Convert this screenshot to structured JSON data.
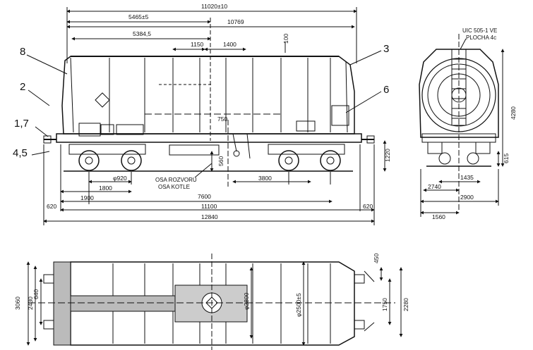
{
  "side_view": {
    "dims": {
      "d11020": "11020±10",
      "d5465": "5465±5",
      "d10769": "10769",
      "d5384": "5384,5",
      "d1150": "1150",
      "d1400": "1400",
      "d100": "100",
      "d750": "750",
      "d1220": "1220",
      "d920": "φ920",
      "d560": "560",
      "d1800": "1800",
      "d3800": "3800",
      "d1900": "1900",
      "d7600": "7600",
      "d620l": "620",
      "d11100": "11100",
      "d620r": "620",
      "d12840": "12840"
    },
    "labels": {
      "l8": "8",
      "l2": "2",
      "l17": "1,7",
      "l45": "4,5",
      "l3": "3",
      "l6": "6"
    },
    "notes": {
      "osa_rozvoru": "OSA ROZVORU",
      "osa_kotle": "OSA KOTLE"
    }
  },
  "end_view": {
    "uic": "UIC 505-1 VE",
    "plocha": "PLOCHA 4c",
    "dims": {
      "d4280": "4280",
      "d615": "615",
      "d1435": "1435",
      "d2740": "2740",
      "d2900": "2900",
      "d1560": "1560"
    }
  },
  "top_view": {
    "dims": {
      "d3060": "3060",
      "d2430": "2430",
      "d640": "640",
      "d2800": "φ2800",
      "d2500": "φ2500±5",
      "d450": "450",
      "d1750": "1750",
      "d2280": "2280"
    }
  }
}
